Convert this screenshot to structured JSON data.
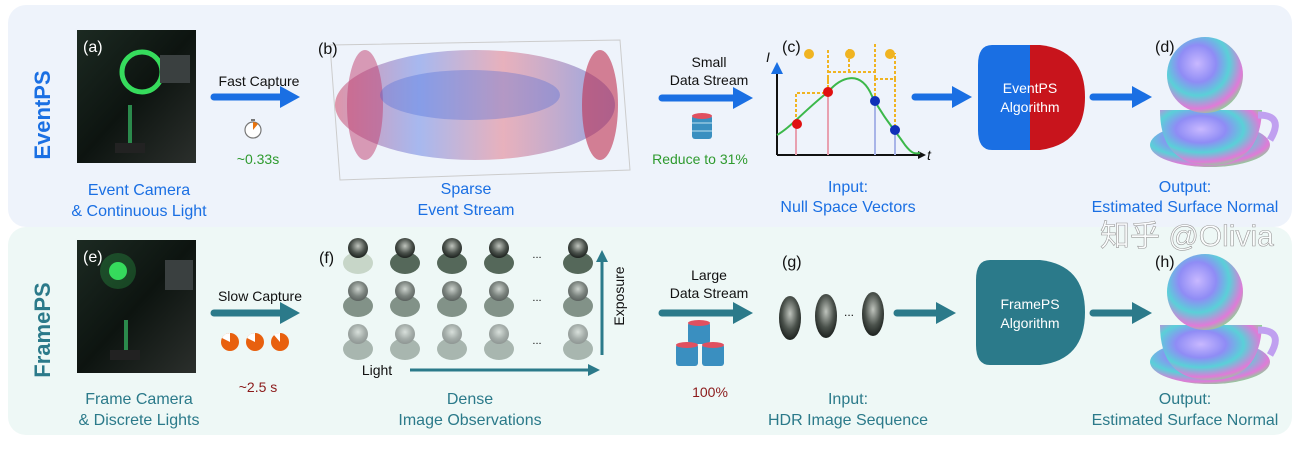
{
  "colors": {
    "event_blue": "#1a6fe3",
    "frame_teal": "#2b7a8a",
    "green": "#2e9a2e",
    "dark_red": "#8b1a1a",
    "algo_red": "#c8141c"
  },
  "event_row": {
    "label": "EventPS",
    "panel_a": {
      "tag": "(a)",
      "caption_1": "Event Camera",
      "caption_2": "& Continuous Light"
    },
    "capture": {
      "label": "Fast Capture",
      "time": "~0.33s",
      "icon": "stopwatch-icon"
    },
    "panel_b": {
      "tag": "(b)",
      "caption_1": "Sparse",
      "caption_2": "Event Stream"
    },
    "stream": {
      "label_1": "Small",
      "label_2": "Data Stream",
      "reduction": "Reduce to 31%",
      "icon": "database-icon"
    },
    "panel_c": {
      "tag": "(c)",
      "y_axis": "I",
      "x_axis": "t",
      "caption_1": "Input:",
      "caption_2": "Null Space Vectors"
    },
    "algorithm": {
      "line_1": "EventPS",
      "line_2": "Algorithm"
    },
    "panel_d": {
      "tag": "(d)",
      "caption_1": "Output:",
      "caption_2": "Estimated Surface Normal"
    }
  },
  "frame_row": {
    "label": "FramePS",
    "panel_e": {
      "tag": "(e)",
      "caption_1": "Frame Camera",
      "caption_2": "& Discrete Lights"
    },
    "capture": {
      "label": "Slow Capture",
      "time": "~2.5 s",
      "icon": "stopwatch-icon"
    },
    "panel_f": {
      "tag": "(f)",
      "light_label": "Light",
      "exposure_label": "Exposure",
      "ellipsis": "...",
      "caption_1": "Dense",
      "caption_2": "Image Observations"
    },
    "stream": {
      "label_1": "Large",
      "label_2": "Data Stream",
      "reduction": "100%",
      "icon": "database-stack-icon"
    },
    "panel_g": {
      "tag": "(g)",
      "ellipsis": "...",
      "caption_1": "Input:",
      "caption_2": "HDR Image Sequence"
    },
    "algorithm": {
      "line_1": "FramePS",
      "line_2": "Algorithm"
    },
    "panel_h": {
      "tag": "(h)",
      "caption_1": "Output:",
      "caption_2": "Estimated Surface Normal"
    }
  },
  "watermark": "知乎 @Olivia"
}
